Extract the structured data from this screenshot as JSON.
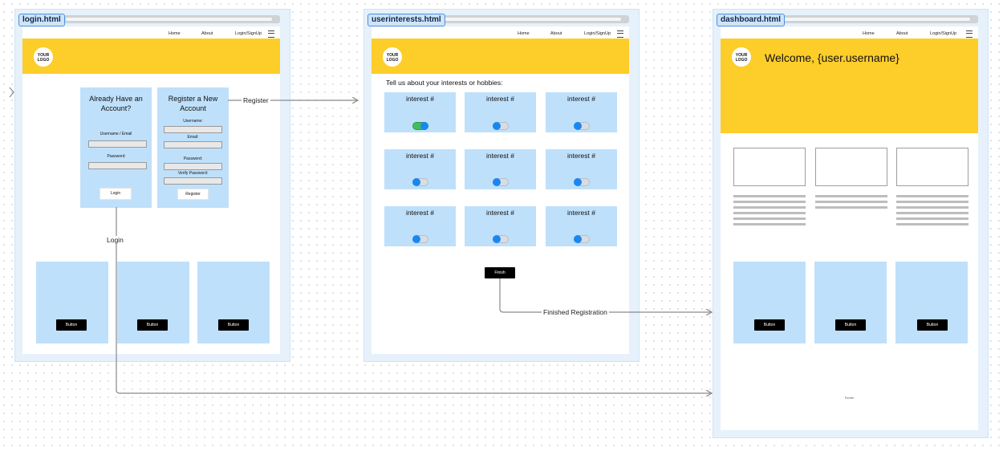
{
  "frames": [
    {
      "id": "login",
      "label": "login.html"
    },
    {
      "id": "interests",
      "label": "userinterests.html"
    },
    {
      "id": "dashboard",
      "label": "dashboard.html"
    }
  ],
  "nav": {
    "home": "Home",
    "about": "About",
    "login_signup": "Login/SignUp"
  },
  "logo": {
    "line1": "YOUR",
    "line2": "LOGO"
  },
  "login_page": {
    "existing": {
      "title": "Already Have an Account?",
      "username_label": "Username / Email",
      "password_label": "Password",
      "button": "Login"
    },
    "register": {
      "title": "Register a New Account",
      "username_label": "Username:",
      "email_label": "Email:",
      "password_label": "Password:",
      "verify_label": "Verify Password:",
      "button": "Register"
    },
    "button_label": "Button"
  },
  "interests_page": {
    "prompt": "Tell us about your interests or hobbies:",
    "item_label": "interest #",
    "toggles_on": [
      true,
      false,
      false,
      false,
      false,
      false,
      false,
      false,
      false
    ],
    "finish_button": "Finish"
  },
  "dashboard_page": {
    "welcome": "Welcome, {user.username}",
    "button_label": "Button",
    "footer": "Footer"
  },
  "connectors": {
    "register": "Register",
    "login": "Login",
    "finished": "Finished Registration"
  },
  "colors": {
    "header": "#fdcd2a",
    "card": "#bfe0fb",
    "frame": "#e6f1fb",
    "toggle_knob": "#1a87f0",
    "toggle_on": "#3fbf5b"
  }
}
